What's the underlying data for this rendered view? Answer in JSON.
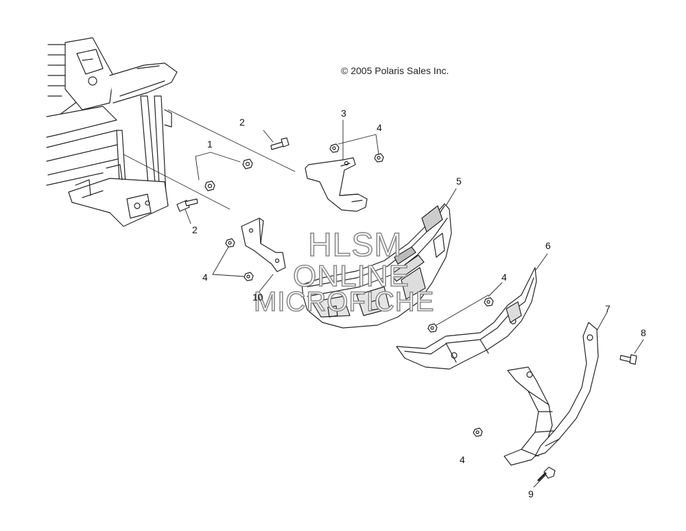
{
  "copyright": "© 2005 Polaris Sales Inc.",
  "watermark": {
    "line1": "HLSM",
    "line2": "ONLINE",
    "line3": "MICROFICHE"
  },
  "callouts": {
    "c1": "1",
    "c2a": "2",
    "c2b": "2",
    "c3": "3",
    "c4a": "4",
    "c4b": "4",
    "c4c": "4",
    "c4d": "4",
    "c5": "5",
    "c6": "6",
    "c7": "7",
    "c8": "8",
    "c9": "9",
    "c10": "10"
  },
  "colors": {
    "line": "#222222",
    "fill": "#ffffff",
    "shade": "#cfcfcf",
    "watermark_stroke": "#8a8a8a"
  }
}
